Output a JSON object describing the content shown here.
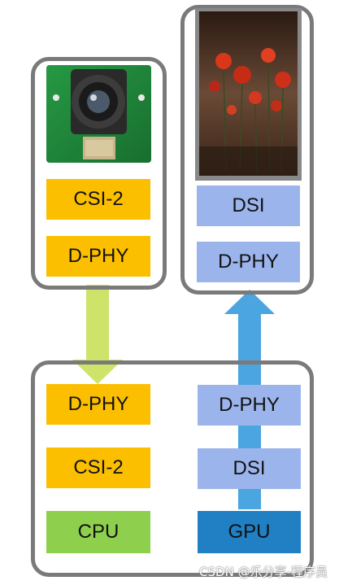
{
  "camera_module": {
    "blocks": [
      "CSI-2",
      "D-PHY"
    ]
  },
  "display_module": {
    "blocks": [
      "DSI",
      "D-PHY"
    ]
  },
  "soc": {
    "left_blocks": [
      "D-PHY",
      "CSI-2",
      "CPU"
    ],
    "right_blocks": [
      "D-PHY",
      "DSI",
      "GPU"
    ]
  },
  "watermark": "CSDN @乐分享-程序员",
  "colors": {
    "orange": "#fbbf00",
    "light_blue": "#9cb4ec",
    "green_cpu": "#8ed04e",
    "blue_gpu": "#2180c3",
    "arrow_green": "#cde36a",
    "arrow_blue": "#4aa5e0",
    "frame": "#7a7a7a"
  }
}
